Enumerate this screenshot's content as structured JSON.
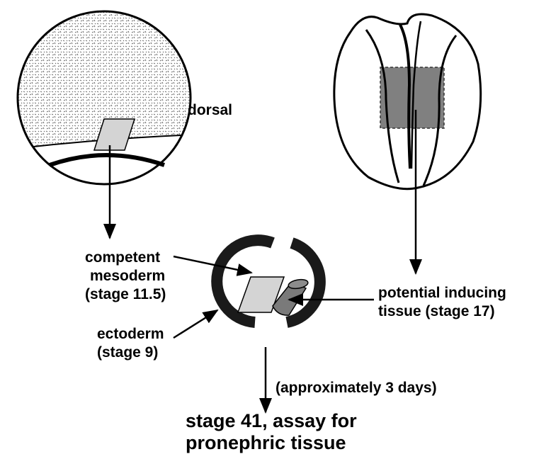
{
  "labels": {
    "dorsal": "dorsal",
    "competent_1": "competent",
    "competent_2": "mesoderm",
    "competent_3": "(stage 11.5)",
    "ectoderm_1": "ectoderm",
    "ectoderm_2": "(stage 9)",
    "inducing_1": "potential inducing",
    "inducing_2": "tissue (stage 17)",
    "duration": "(approximately 3 days)",
    "assay_1": "stage 41, assay for",
    "assay_2": "pronephric tissue"
  },
  "colors": {
    "mesoderm": "#d4d4d4",
    "inducing": "#7a7a7a",
    "ectoderm": "#1a1a1a"
  }
}
